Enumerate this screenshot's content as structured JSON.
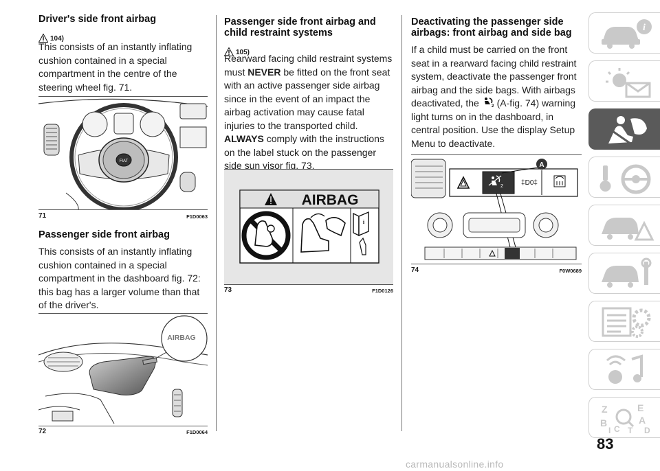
{
  "col1": {
    "heading1": "Driver's side front airbag",
    "warn1": "104)",
    "para1": "This consists of an instantly inflating cushion contained in a special compartment in the centre of the steering wheel fig. 71.",
    "fig71": {
      "num": "71",
      "code": "F1D0063"
    },
    "heading2": "Passenger side front airbag",
    "para2": "This consists of an instantly inflating cushion contained in a special compartment in the dashboard fig. 72: this bag has a larger volume than that of the driver's.",
    "fig72": {
      "num": "72",
      "code": "F1D0064",
      "label": "AIRBAG"
    }
  },
  "col2": {
    "heading": "Passenger side front airbag and child restraint systems",
    "warn": "105)",
    "para_a": "Rearward facing child restraint systems must",
    "never": "NEVER",
    "para_b": "be fitted on the front seat with an active passenger side airbag since in the event of an impact the airbag activation may cause fatal injuries to the transported child.",
    "always": "ALWAYS",
    "para_c": "comply with the instructions on the label stuck on the passenger side sun visor fig. 73.",
    "fig73": {
      "num": "73",
      "code": "F1D0126",
      "label": "AIRBAG"
    }
  },
  "col3": {
    "heading": "Deactivating the passenger side airbags: front airbag and side bag",
    "para_a": "If a child must be carried on the front seat in a rearward facing child restraint system, deactivate the passenger front airbag and the side bags. With airbags deactivated, the",
    "para_b": "(A-fig. 74) warning light turns on in the dashboard, in central position. Use the display Setup Menu to deactivate.",
    "fig74": {
      "num": "74",
      "code": "F0W0689",
      "callout": "A"
    }
  },
  "page": {
    "number": "83",
    "footer": "carmanualsonline.info"
  }
}
